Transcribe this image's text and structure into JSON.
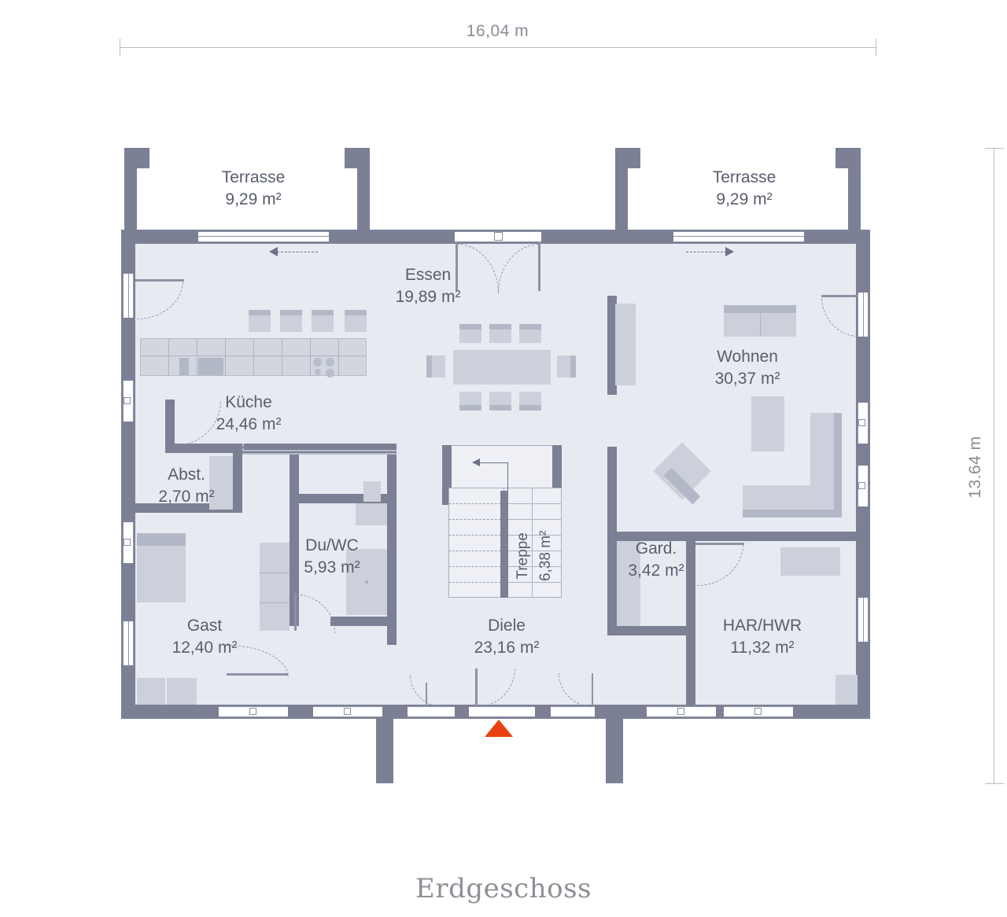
{
  "title": "Erdgeschoss",
  "dimensions": {
    "width_label": "16,04 m",
    "height_label": "13.64 m"
  },
  "colors": {
    "wall": "#7b8095",
    "room_fill": "#e7eaf1",
    "terrace_fill": "#ffffff",
    "furniture": "#ccd0da",
    "text": "#595e6c",
    "entry_marker": "#e8400f",
    "dimension_line": "#b9bcc4"
  },
  "rooms": [
    {
      "key": "terrasse_left",
      "name": "Terrasse",
      "area": "9,29 m²"
    },
    {
      "key": "terrasse_right",
      "name": "Terrasse",
      "area": "9,29 m²"
    },
    {
      "key": "essen",
      "name": "Essen",
      "area": "19,89 m²"
    },
    {
      "key": "kueche",
      "name": "Küche",
      "area": "24,46 m²"
    },
    {
      "key": "abst",
      "name": "Abst.",
      "area": "2,70 m²"
    },
    {
      "key": "wohnen",
      "name": "Wohnen",
      "area": "30,37 m²"
    },
    {
      "key": "duwc",
      "name": "Du/WC",
      "area": "5,93 m²"
    },
    {
      "key": "gast",
      "name": "Gast",
      "area": "12,40 m²"
    },
    {
      "key": "treppe",
      "name": "Treppe",
      "area": "6,38 m²"
    },
    {
      "key": "diele",
      "name": "Diele",
      "area": "23,16 m²"
    },
    {
      "key": "gard",
      "name": "Gard.",
      "area": "3,42 m²"
    },
    {
      "key": "har_hwr",
      "name": "HAR/HWR",
      "area": "11,32 m²"
    }
  ],
  "markers": {
    "entrance": "entry-arrow-marker",
    "stair_direction": "up-arrow",
    "terrace_door_left_direction": "slide-left",
    "terrace_door_right_direction": "slide-right"
  }
}
